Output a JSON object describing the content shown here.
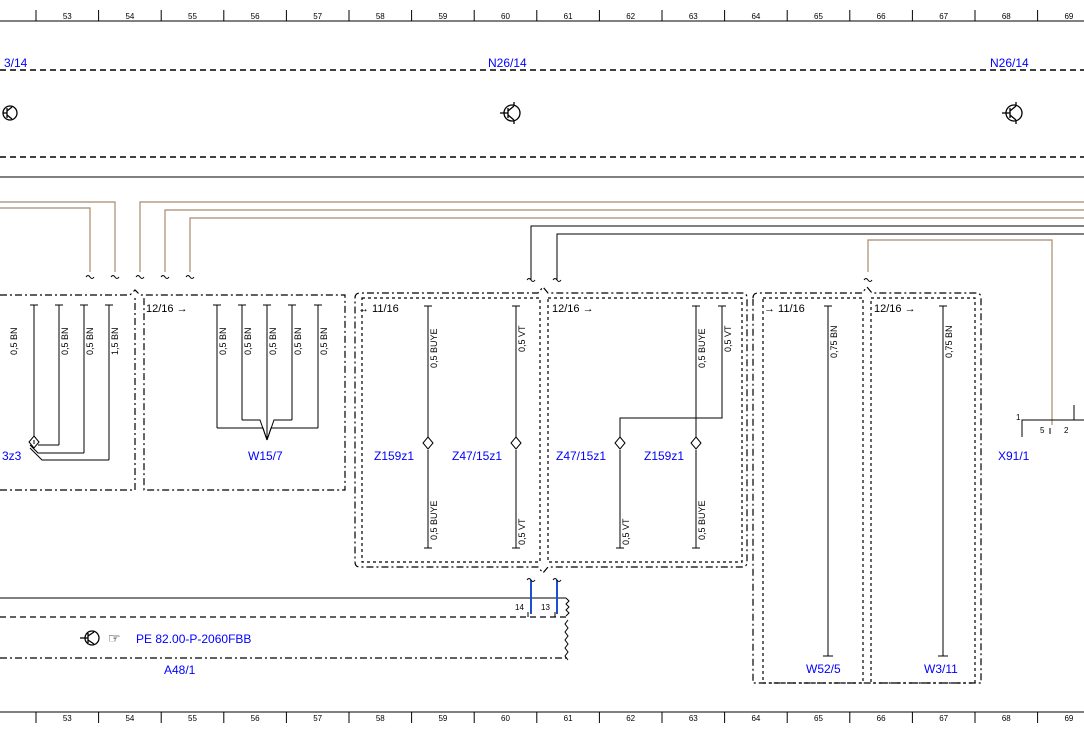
{
  "ruler": {
    "numbers": [
      "53",
      "54",
      "55",
      "56",
      "57",
      "58",
      "59",
      "60",
      "61",
      "62",
      "63",
      "64",
      "65",
      "66",
      "67",
      "68",
      "69"
    ]
  },
  "labels": {
    "n26_left": "3/14",
    "n26_center": "N26/14",
    "n26_right": "N26/14",
    "z3_partial": "3z3",
    "w15_7": "W15/7",
    "z159z1_a": "Z159z1",
    "z47_15z1_a": "Z47/15z1",
    "z47_15z1_b": "Z47/15z1",
    "z159z1_b": "Z159z1",
    "x91_1": "X91/1",
    "w52_5": "W52/5",
    "w3_11": "W3/11",
    "a48_1": "A48/1",
    "pe_ref": "PE 82.00-P-2060FBB"
  },
  "connectors": {
    "c1": "12/16 →",
    "c2": "→ 11/16",
    "c3": "12/16 →",
    "c4": "→ 11/16",
    "c5": "12/16 →"
  },
  "wires": {
    "left_group": [
      "0,5 BN",
      "0,5 BN",
      "0,5 BN",
      "1,5 BN"
    ],
    "w15_group": [
      "0,5 BN",
      "0,5 BN",
      "0,5 BN",
      "0,5 BN",
      "0,5 BN"
    ],
    "z159_a_top": "0,5 BUYE",
    "z47_a_top": "0,5 VT",
    "z159_a_bot": "0,5 BUYE",
    "z47_a_bot": "0,5 VT",
    "z47_b_top_buye": "0,5 BUYE",
    "z47_b_top_vt": "0,5 VT",
    "z47_b_bot": "0,5 VT",
    "z159_b_bot": "0,5 BUYE",
    "w52_wire": "0,75 BN",
    "w3_wire": "0,75 BN"
  },
  "pins": {
    "p14": "14",
    "p13": "13",
    "p1": "1",
    "p5": "5",
    "p2": "2"
  },
  "colors": {
    "brown_wire": "#a88b6e",
    "label_blue": "#0000ff",
    "connector_blue": "#1f4fd0",
    "line": "#000000"
  }
}
